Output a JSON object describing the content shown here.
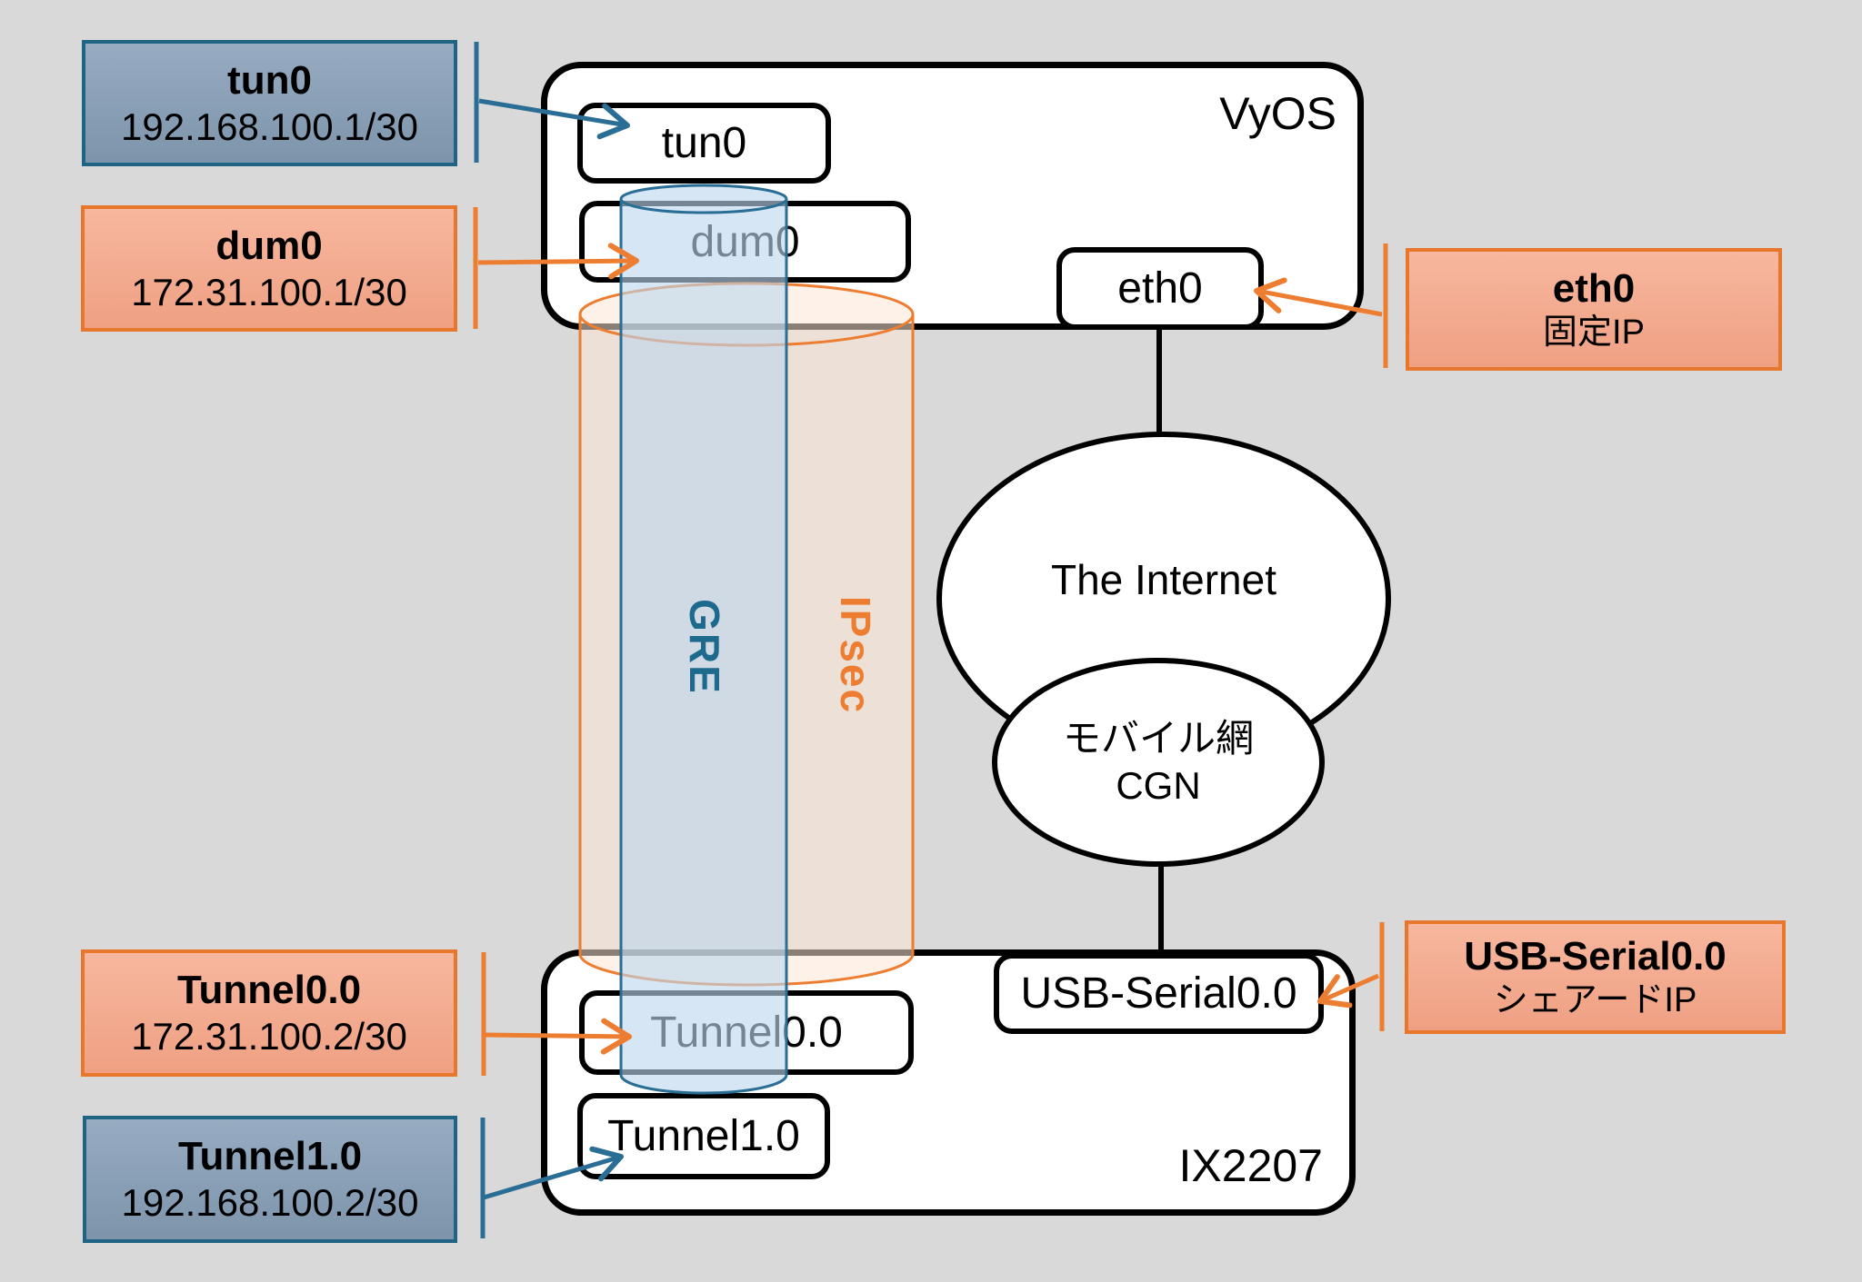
{
  "title": "GRE over IPsec tunnel network diagram",
  "colors": {
    "background": "#D9D9D9",
    "accent_blue": "#2B6E95",
    "accent_orange": "#ED7D31",
    "callout_blue_fill_top": "#97ACC1",
    "callout_blue_fill_bottom": "#7D94AB",
    "callout_blue_border": "#1F6485",
    "callout_orange_fill_top": "#F7B79E",
    "callout_orange_fill_bottom": "#EFA083",
    "callout_orange_border": "#E8772E",
    "gre_fill": "#BDD7EE",
    "ipsec_fill": "#FBE5D6",
    "gre_text": "#1D6A8D",
    "ipsec_text": "#ED7D31"
  },
  "routers": {
    "vyos": {
      "name": "VyOS",
      "interfaces": {
        "tun0": "tun0",
        "dum0": "dum0",
        "eth0": "eth0"
      }
    },
    "ix2207": {
      "name": "IX2207",
      "interfaces": {
        "tunnel00": "Tunnel0.0",
        "tunnel10": "Tunnel1.0",
        "usb_serial": "USB-Serial0.0"
      }
    }
  },
  "clouds": {
    "internet": "The Internet",
    "cgn_line1": "モバイル網",
    "cgn_line2": "CGN"
  },
  "tunnels": {
    "gre": "GRE",
    "ipsec": "IPsec"
  },
  "callouts": {
    "tun0": {
      "title": "tun0",
      "subtitle": "192.168.100.1/30"
    },
    "dum0": {
      "title": "dum0",
      "subtitle": "172.31.100.1/30"
    },
    "eth0": {
      "title": "eth0",
      "subtitle": "固定IP"
    },
    "usb": {
      "title": "USB-Serial0.0",
      "subtitle": "シェアードIP"
    },
    "tunnel00": {
      "title": "Tunnel0.0",
      "subtitle": "172.31.100.2/30"
    },
    "tunnel10": {
      "title": "Tunnel1.0",
      "subtitle": "192.168.100.2/30"
    }
  }
}
